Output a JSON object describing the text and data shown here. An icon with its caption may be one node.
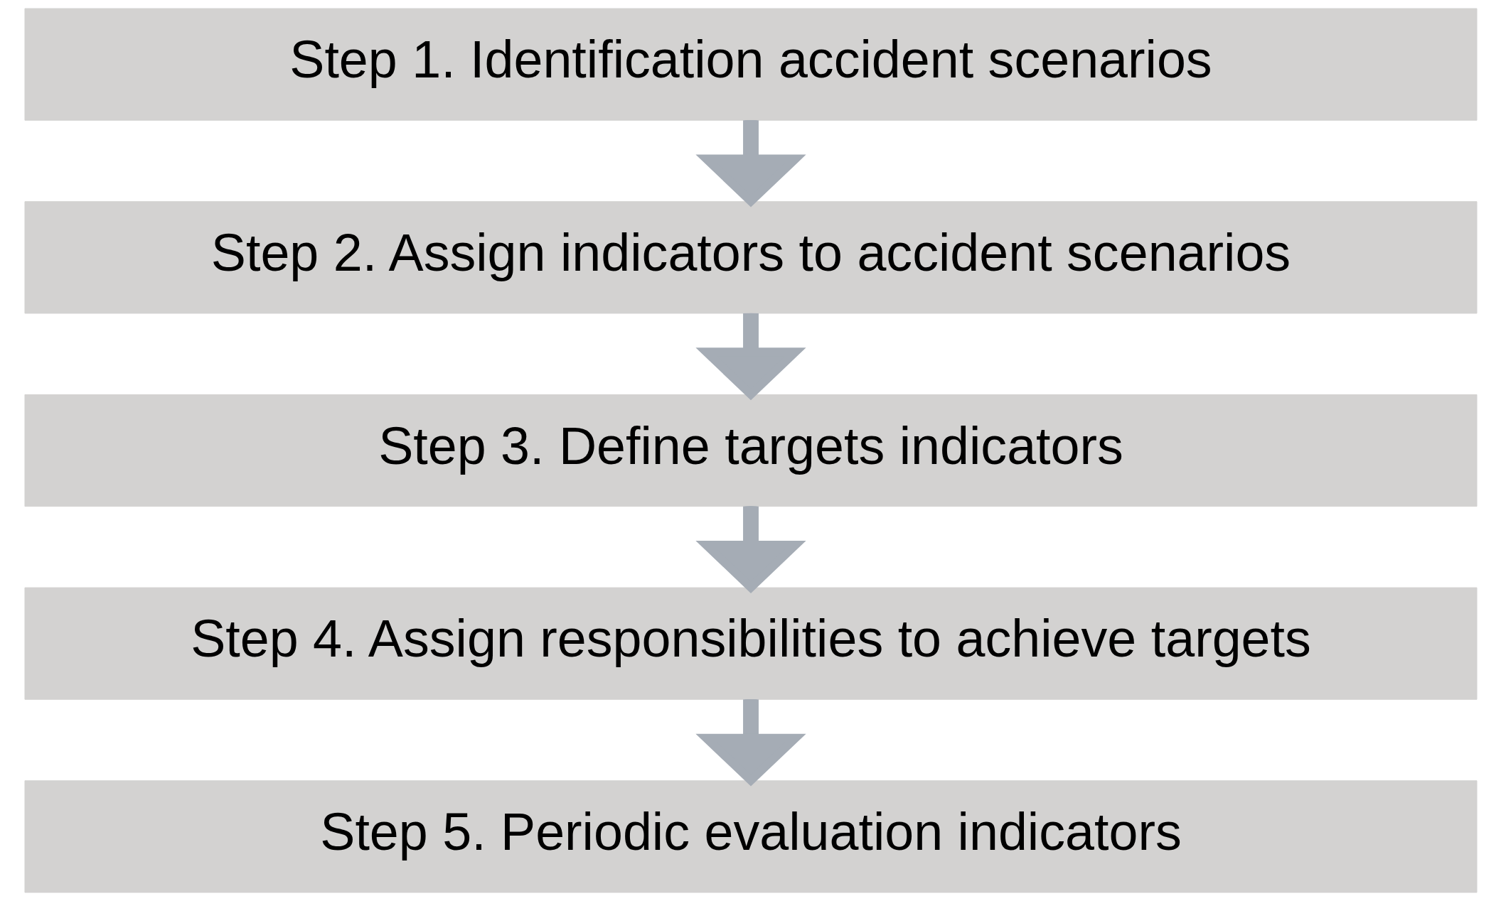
{
  "diagram": {
    "nodes": [
      {
        "text": [
          "Step 1. Identification accident scenarios"
        ]
      },
      {
        "text": [
          "Step 2. Assign indicators to accident scenarios"
        ]
      },
      {
        "text": [
          "Step 3. Define targets indicators"
        ]
      },
      {
        "text": [
          "Step 4. Assign responsibilities to achieve targets"
        ]
      },
      {
        "text": [
          "Step 5. Periodic evaluation indicators"
        ]
      }
    ],
    "edges": [
      {
        "from": 0,
        "to": 1,
        "arrow": "to"
      },
      {
        "from": 1,
        "to": 2,
        "arrow": "to"
      },
      {
        "from": 2,
        "to": 3,
        "arrow": "to"
      },
      {
        "from": 3,
        "to": 4,
        "arrow": "to"
      }
    ]
  }
}
